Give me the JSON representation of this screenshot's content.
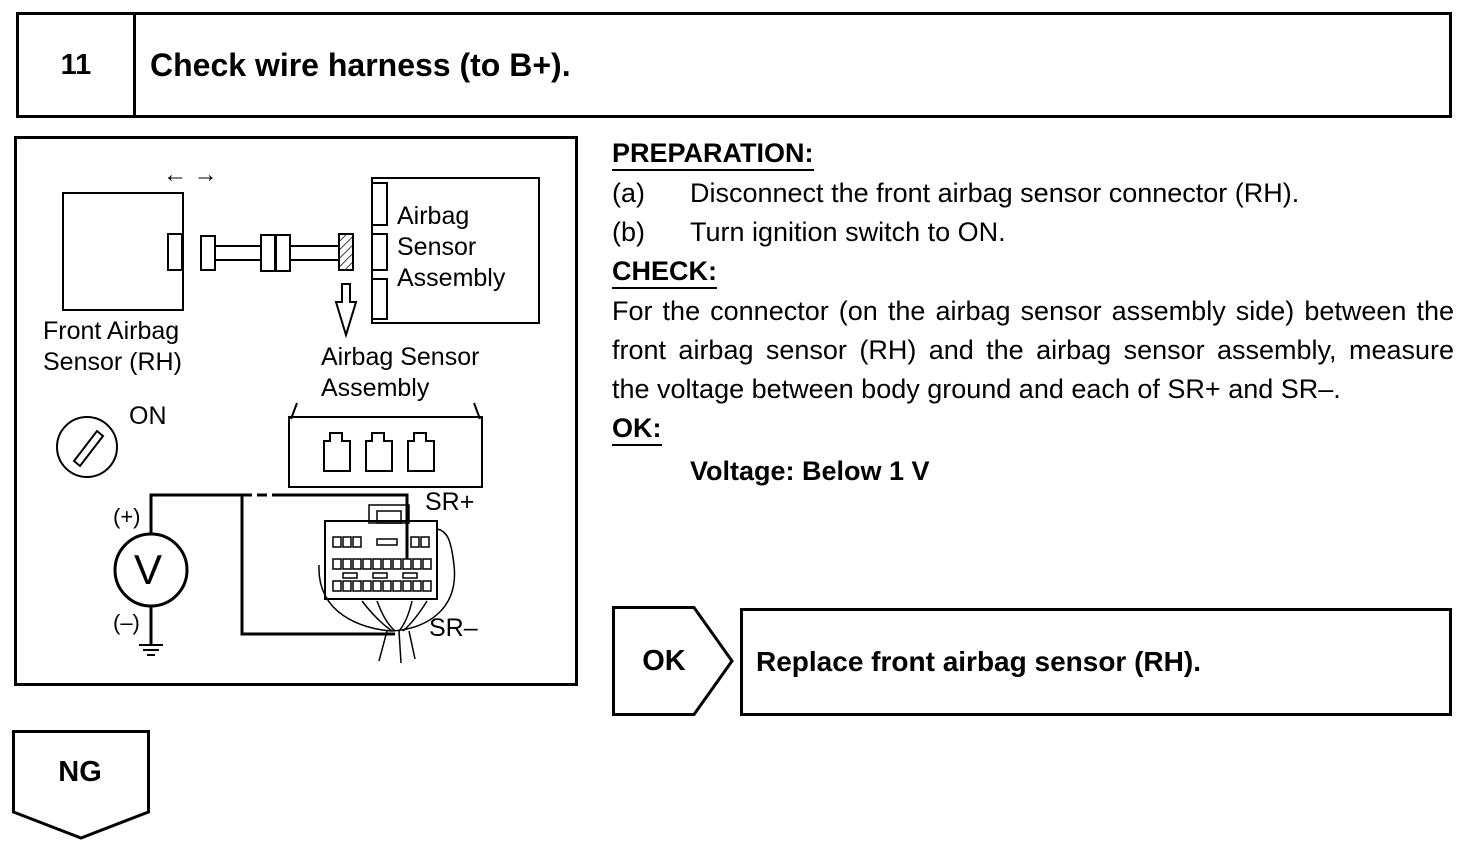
{
  "step": {
    "number": "11",
    "title": "Check wire harness (to B+)."
  },
  "diagram": {
    "front_sensor_label": "Front Airbag\nSensor (RH)",
    "assembly_label_top": "Airbag\nSensor\nAssembly",
    "assembly_label_bottom": "Airbag Sensor\nAssembly",
    "arrows": "← →",
    "on_label": "ON",
    "plus_label": "(+)",
    "minus_label": "(–)",
    "meter_symbol": "V",
    "sr_plus": "SR+",
    "sr_minus": "SR–"
  },
  "preparation": {
    "heading": "PREPARATION:",
    "steps": [
      {
        "letter": "(a)",
        "text": "Disconnect the front airbag sensor connector (RH)."
      },
      {
        "letter": "(b)",
        "text": "Turn ignition switch to ON."
      }
    ]
  },
  "check": {
    "heading": "CHECK:",
    "text": "For the connector (on the airbag sensor assembly side) between the front airbag sensor (RH) and the airbag sensor assembly, measure the voltage between body ground and each of SR+ and SR–."
  },
  "ok": {
    "heading": "OK:",
    "spec": "Voltage: Below 1 V"
  },
  "result_ok": {
    "tag": "OK",
    "action": "Replace front airbag sensor (RH)."
  },
  "result_ng": {
    "tag": "NG"
  }
}
